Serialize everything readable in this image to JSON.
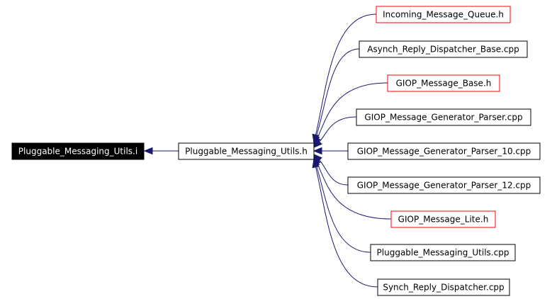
{
  "diagram": {
    "root": "Pluggable_Messaging_Utils.i",
    "hub": "Pluggable_Messaging_Utils.h",
    "includers": [
      {
        "label": "Incoming_Message_Queue.h",
        "border": "red"
      },
      {
        "label": "Asynch_Reply_Dispatcher_Base.cpp",
        "border": "black"
      },
      {
        "label": "GIOP_Message_Base.h",
        "border": "red"
      },
      {
        "label": "GIOP_Message_Generator_Parser.cpp",
        "border": "black"
      },
      {
        "label": "GIOP_Message_Generator_Parser_10.cpp",
        "border": "black"
      },
      {
        "label": "GIOP_Message_Generator_Parser_12.cpp",
        "border": "black"
      },
      {
        "label": "GIOP_Message_Lite.h",
        "border": "red"
      },
      {
        "label": "Pluggable_Messaging_Utils.cpp",
        "border": "black"
      },
      {
        "label": "Synch_Reply_Dispatcher.cpp",
        "border": "black"
      }
    ]
  },
  "colors": {
    "edge": "#191970",
    "red_border": "#ff0000",
    "black_border": "#000000",
    "root_fill": "#000000",
    "root_text": "#ffffff"
  }
}
